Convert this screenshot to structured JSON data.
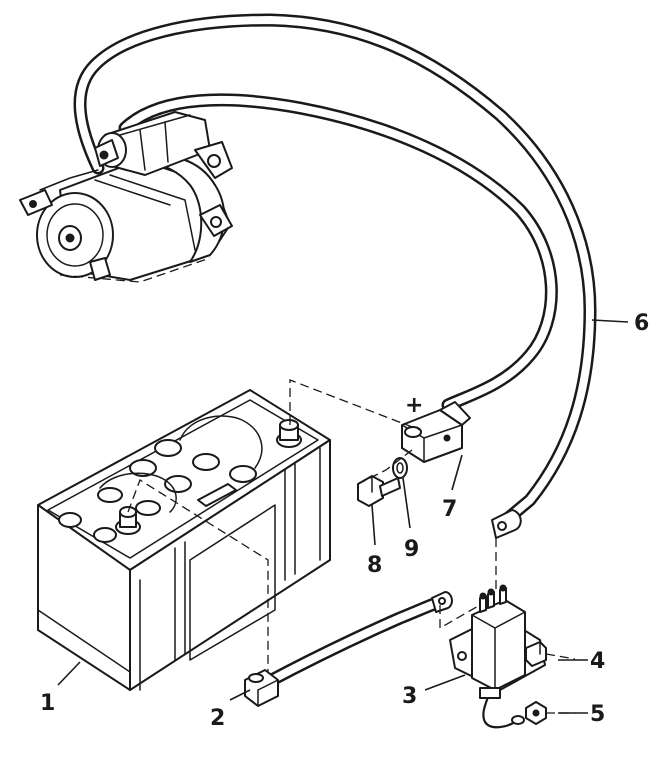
{
  "callouts": {
    "c1": "1",
    "c2": "2",
    "c3": "3",
    "c4": "4",
    "c5": "5",
    "c6": "6",
    "c7": "7",
    "c8": "8",
    "c9": "9",
    "plus": "+"
  }
}
